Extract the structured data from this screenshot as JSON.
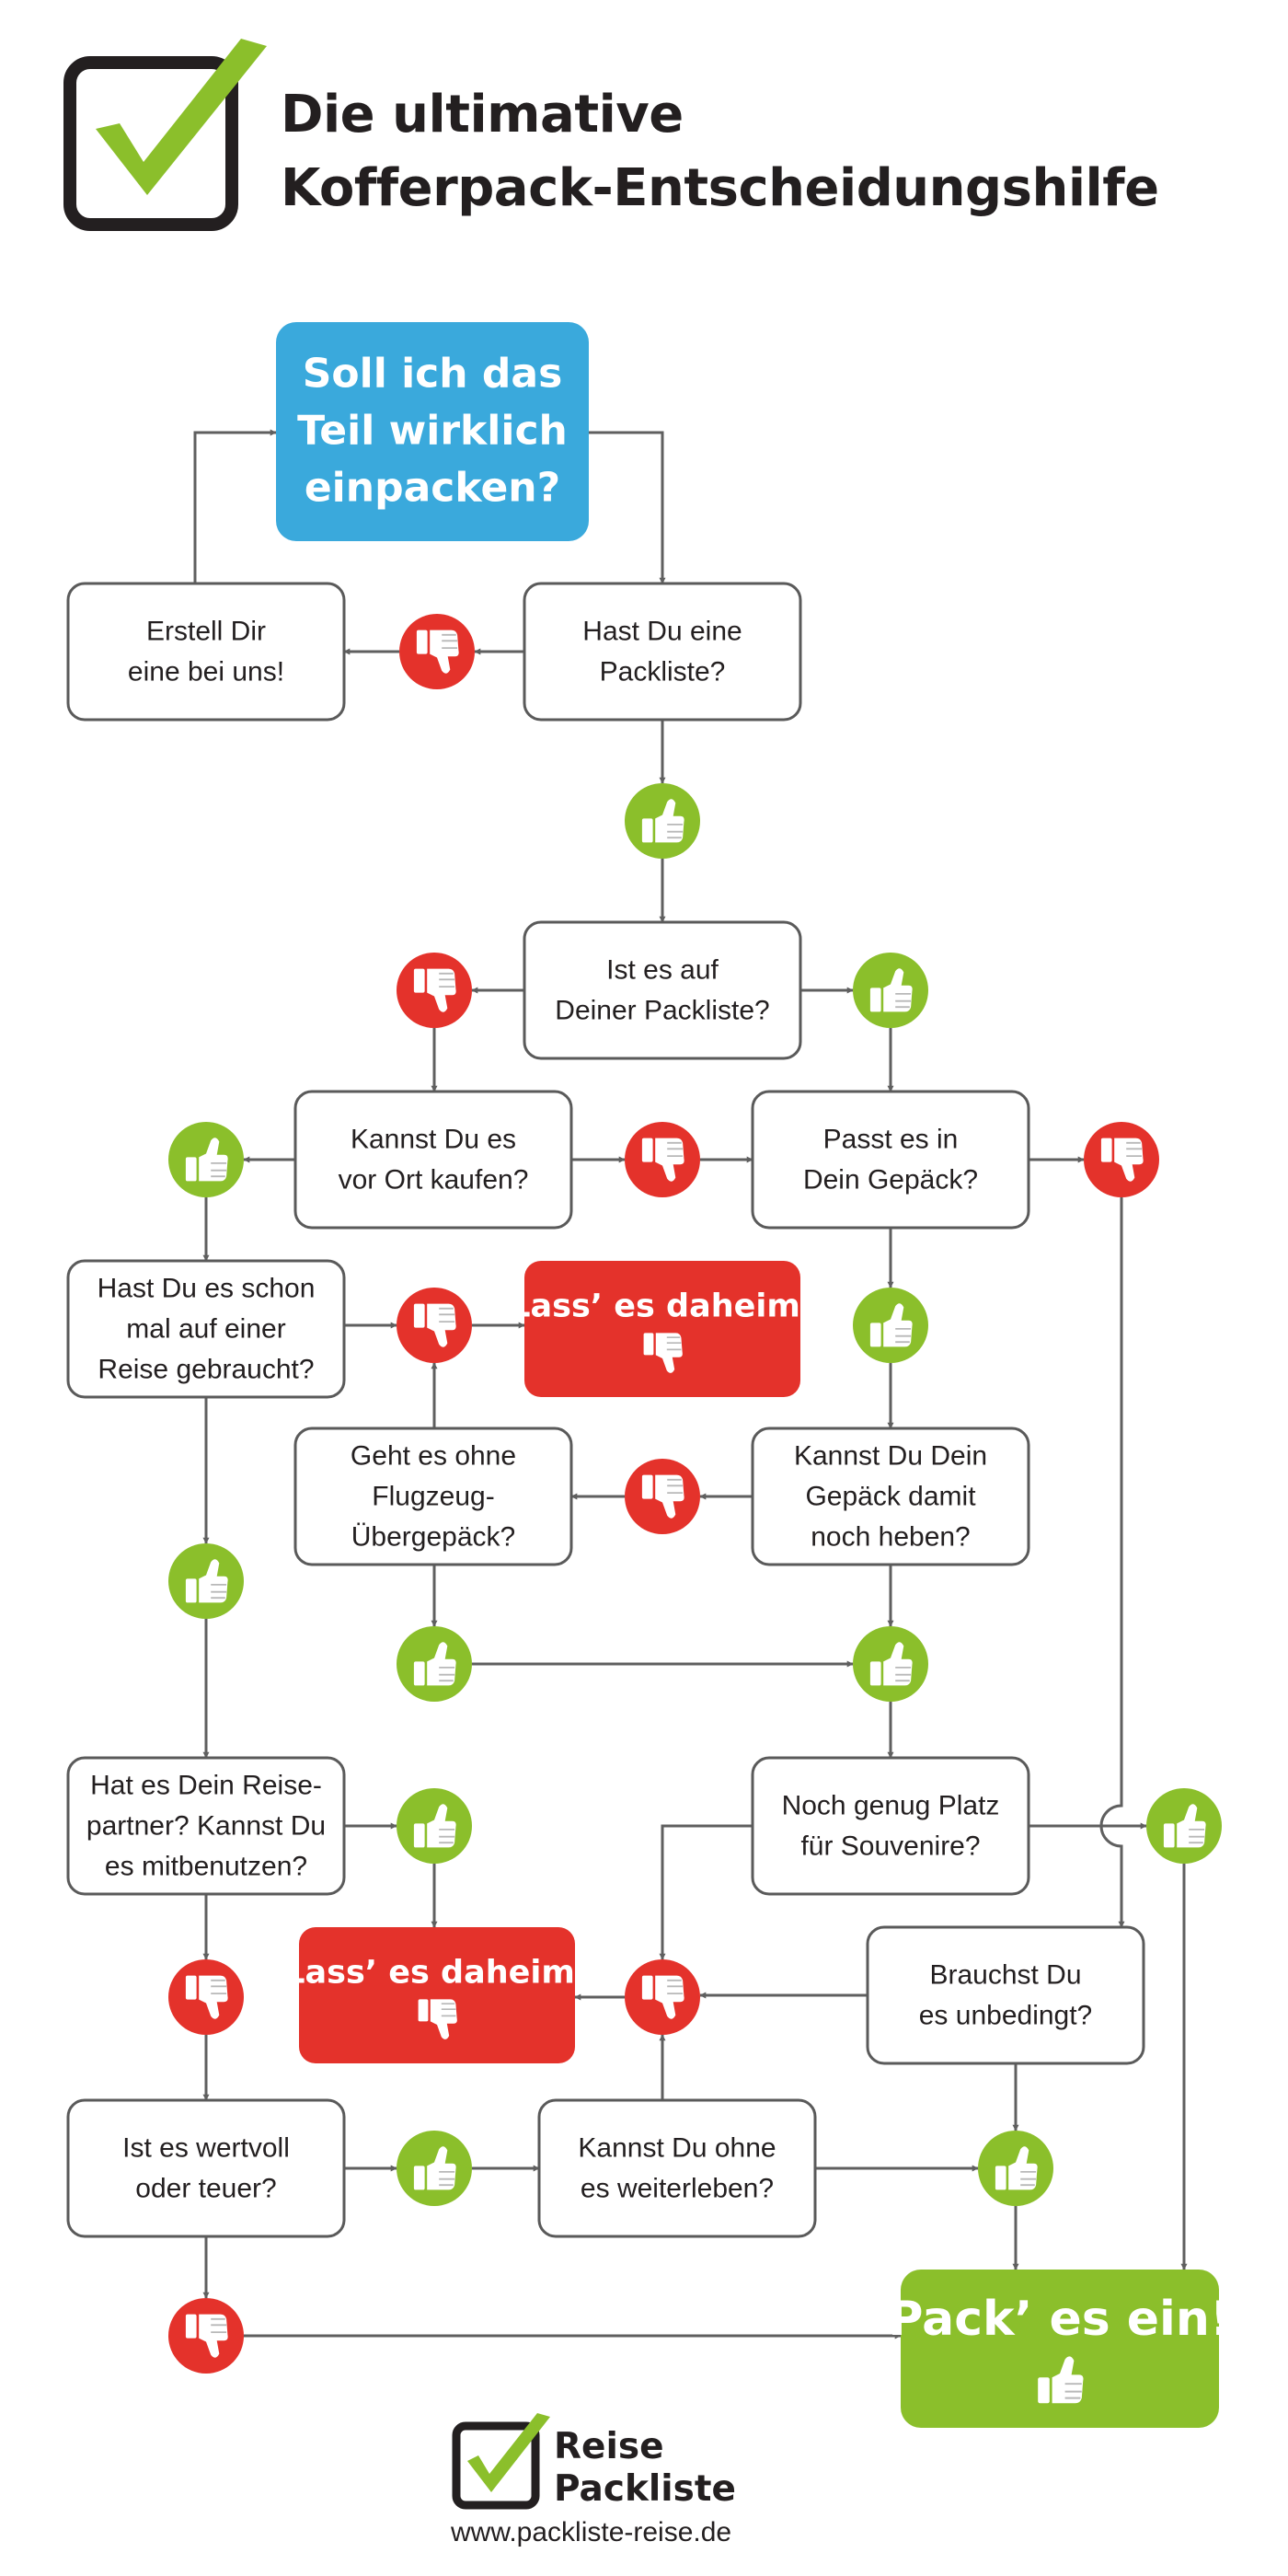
{
  "title": {
    "line1": "Die ultimative",
    "line2": "Kofferpack-Entscheidungshilfe"
  },
  "colors": {
    "start": "#3aa9dc",
    "no": "#e4322b",
    "yes": "#8bbf2b",
    "border": "#5a5a5a",
    "arrow": "#5f5f5f",
    "text": "#231f20"
  },
  "nodes": [
    {
      "id": "start",
      "kind": "start",
      "lines": [
        "Soll ich das",
        "Teil wirklich",
        "einpacken?"
      ]
    },
    {
      "id": "create-list",
      "kind": "box",
      "lines": [
        "Erstell Dir",
        "eine bei uns!"
      ]
    },
    {
      "id": "has-list",
      "kind": "box",
      "lines": [
        "Hast Du eine",
        "Packliste?"
      ]
    },
    {
      "id": "on-list",
      "kind": "box",
      "lines": [
        "Ist es auf",
        "Deiner Packliste?"
      ]
    },
    {
      "id": "buy-there",
      "kind": "box",
      "lines": [
        "Kannst Du es",
        "vor Ort kaufen?"
      ]
    },
    {
      "id": "fits",
      "kind": "box",
      "lines": [
        "Passt es in",
        "Dein Gepäck?"
      ]
    },
    {
      "id": "used-before",
      "kind": "box",
      "lines": [
        "Hast Du es schon",
        "mal auf einer",
        "Reise gebraucht?"
      ]
    },
    {
      "id": "leave-1",
      "kind": "leave",
      "lines": [
        "Lass’ es daheim!"
      ]
    },
    {
      "id": "no-excess",
      "kind": "box",
      "lines": [
        "Geht es ohne",
        "Flugzeug-",
        "Übergepäck?"
      ]
    },
    {
      "id": "can-lift",
      "kind": "box",
      "lines": [
        "Kannst Du Dein",
        "Gepäck damit",
        "noch heben?"
      ]
    },
    {
      "id": "partner",
      "kind": "box",
      "lines": [
        "Hat es Dein Reise-",
        "partner? Kannst Du",
        "es mitbenutzen?"
      ]
    },
    {
      "id": "souvenir",
      "kind": "box",
      "lines": [
        "Noch genug Platz",
        "für Souvenire?"
      ]
    },
    {
      "id": "leave-2",
      "kind": "leave",
      "lines": [
        "Lass’ es daheim!"
      ]
    },
    {
      "id": "need-it",
      "kind": "box",
      "lines": [
        "Brauchst Du",
        "es unbedingt?"
      ]
    },
    {
      "id": "valuable",
      "kind": "box",
      "lines": [
        "Ist es wertvoll",
        "oder teuer?"
      ]
    },
    {
      "id": "live-without",
      "kind": "box",
      "lines": [
        "Kannst Du ohne",
        "es weiterleben?"
      ]
    },
    {
      "id": "pack-it",
      "kind": "pack",
      "lines": [
        "Pack’ es ein!"
      ]
    }
  ],
  "answers": [
    {
      "id": "r1",
      "answer": "no"
    },
    {
      "id": "g1",
      "answer": "yes"
    },
    {
      "id": "r2",
      "answer": "no"
    },
    {
      "id": "g2",
      "answer": "yes"
    },
    {
      "id": "g3",
      "answer": "yes"
    },
    {
      "id": "r3",
      "answer": "no"
    },
    {
      "id": "r4",
      "answer": "no"
    },
    {
      "id": "r5",
      "answer": "no"
    },
    {
      "id": "g4",
      "answer": "yes"
    },
    {
      "id": "r6",
      "answer": "no"
    },
    {
      "id": "g5",
      "answer": "yes"
    },
    {
      "id": "g6",
      "answer": "yes"
    },
    {
      "id": "g7",
      "answer": "yes"
    },
    {
      "id": "g8",
      "answer": "yes"
    },
    {
      "id": "g9",
      "answer": "yes"
    },
    {
      "id": "r7",
      "answer": "no"
    },
    {
      "id": "r8",
      "answer": "no"
    },
    {
      "id": "g10",
      "answer": "yes"
    },
    {
      "id": "g11",
      "answer": "yes"
    },
    {
      "id": "r9",
      "answer": "no"
    }
  ],
  "edges": [
    {
      "from": "start",
      "to": "has-list"
    },
    {
      "from": "has-list",
      "to": "r1"
    },
    {
      "from": "r1",
      "to": "create-list"
    },
    {
      "from": "create-list",
      "to": "start"
    },
    {
      "from": "has-list",
      "to": "g1"
    },
    {
      "from": "g1",
      "to": "on-list"
    },
    {
      "from": "on-list",
      "to": "r2"
    },
    {
      "from": "on-list",
      "to": "g2"
    },
    {
      "from": "r2",
      "to": "buy-there"
    },
    {
      "from": "g2",
      "to": "fits"
    },
    {
      "from": "buy-there",
      "to": "g3"
    },
    {
      "from": "buy-there",
      "to": "r3"
    },
    {
      "from": "r3",
      "to": "fits"
    },
    {
      "from": "fits",
      "to": "r4"
    },
    {
      "from": "r4",
      "to": "need-it"
    },
    {
      "from": "g3",
      "to": "used-before"
    },
    {
      "from": "used-before",
      "to": "r5"
    },
    {
      "from": "r5",
      "to": "leave-1"
    },
    {
      "from": "fits",
      "to": "g4"
    },
    {
      "from": "g4",
      "to": "can-lift"
    },
    {
      "from": "no-excess",
      "to": "r5"
    },
    {
      "from": "can-lift",
      "to": "r6"
    },
    {
      "from": "r6",
      "to": "no-excess"
    },
    {
      "from": "used-before",
      "to": "g5"
    },
    {
      "from": "g5",
      "to": "partner"
    },
    {
      "from": "no-excess",
      "to": "g6"
    },
    {
      "from": "g6",
      "to": "g7"
    },
    {
      "from": "can-lift",
      "to": "g7"
    },
    {
      "from": "g7",
      "to": "souvenir"
    },
    {
      "from": "partner",
      "to": "g8"
    },
    {
      "from": "g8",
      "to": "leave-2"
    },
    {
      "from": "souvenir",
      "to": "g9"
    },
    {
      "from": "g9",
      "to": "pack-it"
    },
    {
      "from": "souvenir",
      "to": "r8"
    },
    {
      "from": "partner",
      "to": "r7"
    },
    {
      "from": "r7",
      "to": "valuable"
    },
    {
      "from": "need-it",
      "to": "r8"
    },
    {
      "from": "r8",
      "to": "leave-2"
    },
    {
      "from": "need-it",
      "to": "g11"
    },
    {
      "from": "valuable",
      "to": "g10"
    },
    {
      "from": "g10",
      "to": "live-without"
    },
    {
      "from": "live-without",
      "to": "r8"
    },
    {
      "from": "live-without",
      "to": "g11"
    },
    {
      "from": "g11",
      "to": "pack-it"
    },
    {
      "from": "valuable",
      "to": "r9"
    },
    {
      "from": "r9",
      "to": "pack-it"
    }
  ],
  "brand": {
    "line1": "Reise",
    "line2": "Packliste",
    "url": "www.packliste-reise.de"
  }
}
